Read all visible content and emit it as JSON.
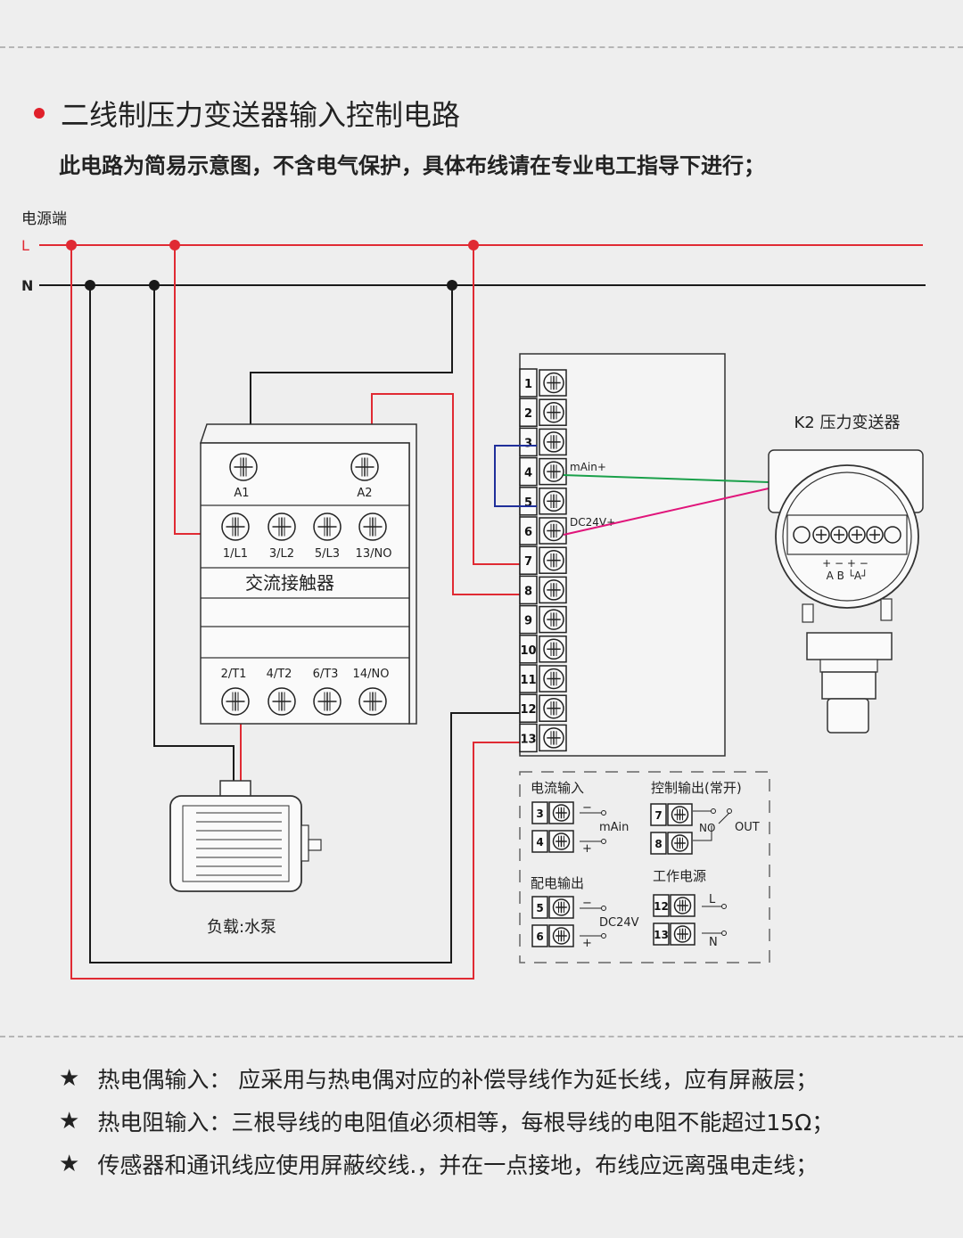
{
  "header": {
    "title": "二线制压力变送器输入控制电路",
    "subtitle": "此电路为简易示意图，不含电气保护，具体布线请在专业电工指导下进行；"
  },
  "diagram": {
    "power_label": "电源端",
    "line_L": "L",
    "line_N": "N",
    "contactor": {
      "name": "交流接触器",
      "coil_terminals": [
        "A1",
        "A2"
      ],
      "top_terminals": [
        "1/L1",
        "3/L2",
        "5/L3",
        "13/NO"
      ],
      "bottom_terminals": [
        "2/T1",
        "4/T2",
        "6/T3",
        "14/NO"
      ]
    },
    "load_label": "负载:水泵",
    "controller_terminals": [
      "1",
      "2",
      "3",
      "4",
      "5",
      "6",
      "7",
      "8",
      "9",
      "10",
      "11",
      "12",
      "13"
    ],
    "terminal_labels": {
      "t4": "mAin+",
      "t6": "DC24V+"
    },
    "transmitter": {
      "name": "K2 压力变送器",
      "plus_minus": "+ − + −",
      "ab": "A  B  └A┘"
    },
    "legend": {
      "current_input": "电流输入",
      "current_input_signal": "mAin",
      "control_output": "控制输出(常开)",
      "control_no": "NO",
      "control_out": "OUT",
      "power_output": "配电输出",
      "power_output_signal": "DC24V",
      "work_power": "工作电源",
      "work_L": "L",
      "work_N": "N",
      "terminals": {
        "ci": [
          "3",
          "4"
        ],
        "co": [
          "7",
          "8"
        ],
        "po": [
          "5",
          "6"
        ],
        "wp": [
          "12",
          "13"
        ]
      },
      "minus": "−",
      "plus": "+"
    }
  },
  "notes": [
    "热电偶输入：  应采用与热电偶对应的补偿导线作为延长线，应有屏蔽层；",
    "热电阻输入：三根导线的电阻值必须相等，每根导线的电阻不能超过15Ω；",
    "传感器和通讯线应使用屏蔽绞线.，并在一点接地，布线应远离强电走线；"
  ],
  "star": "★",
  "colors": {
    "accent": "#e0202a",
    "wire_red": "#e02a33",
    "wire_black": "#1a1a1a",
    "wire_green": "#1aa04a",
    "wire_magenta": "#e0147a",
    "wire_blue": "#1f2f9a"
  }
}
